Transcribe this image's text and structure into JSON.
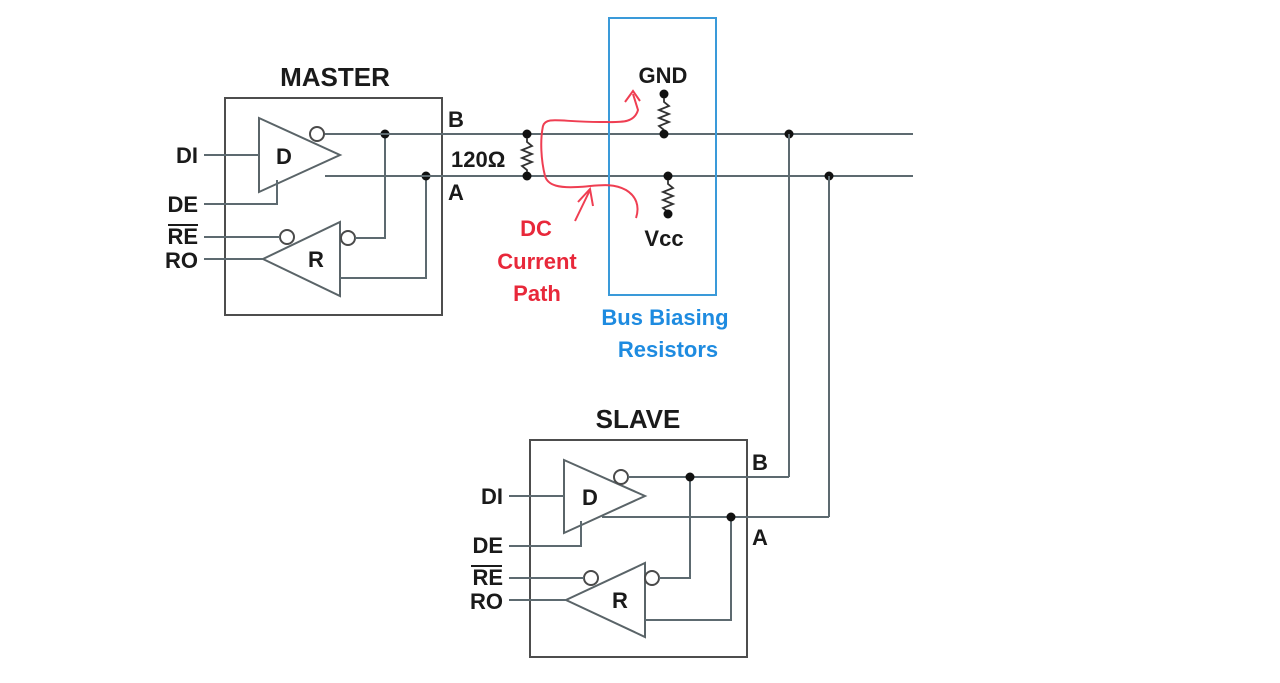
{
  "master": {
    "title": "MASTER",
    "di": "DI",
    "de": "DE",
    "re": "RE",
    "ro": "RO",
    "driver": "D",
    "receiver": "R",
    "b": "B",
    "a": "A"
  },
  "slave": {
    "title": "SLAVE",
    "di": "DI",
    "de": "DE",
    "re": "RE",
    "ro": "RO",
    "driver": "D",
    "receiver": "R",
    "b": "B",
    "a": "A"
  },
  "termination": {
    "label": "120Ω"
  },
  "bias": {
    "gnd": "GND",
    "vcc": "Vcc",
    "caption_line1": "Bus Biasing",
    "caption_line2": "Resistors"
  },
  "dc_path": {
    "line1": "DC",
    "line2": "Current",
    "line3": "Path"
  },
  "colors": {
    "dc_path": "#e8283a",
    "bias_box": "#3a9ad9",
    "bias_caption": "#1e8be0",
    "wire": "#5d6a70"
  }
}
